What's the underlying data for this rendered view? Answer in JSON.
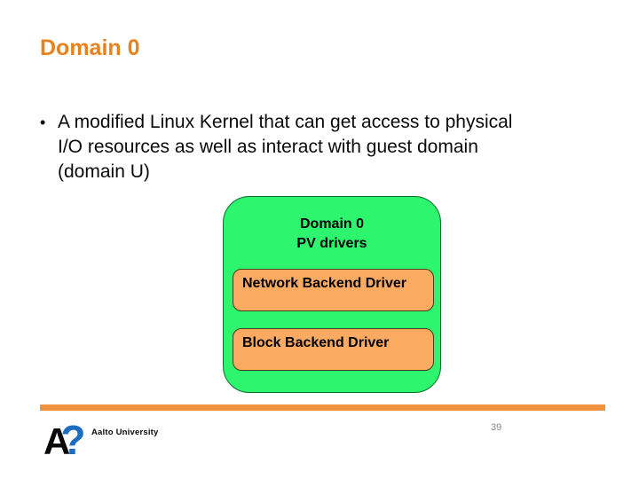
{
  "slide": {
    "title": "Domain 0",
    "bullet": {
      "marker": "•",
      "lines": [
        "A modified Linux Kernel that can get access to physical",
        "I/O resources as well as interact with guest domain",
        "(domain U)"
      ]
    },
    "diagram": {
      "container_label": [
        "Domain 0",
        "PV drivers"
      ],
      "inner_boxes": [
        "Network Backend Driver",
        "Block Backend Driver"
      ]
    },
    "footer": {
      "logo_letter": "A",
      "logo_mark": "?",
      "logo_text": "Aalto University",
      "page_number": "39"
    },
    "colors": {
      "title_orange": "#E8821E",
      "bar_orange": "#F0923E",
      "box_green": "#2EF56E",
      "box_orange": "#FBAA62",
      "logo_blue": "#1E6BC2",
      "page_number_gray": "#8A8A8A"
    }
  }
}
